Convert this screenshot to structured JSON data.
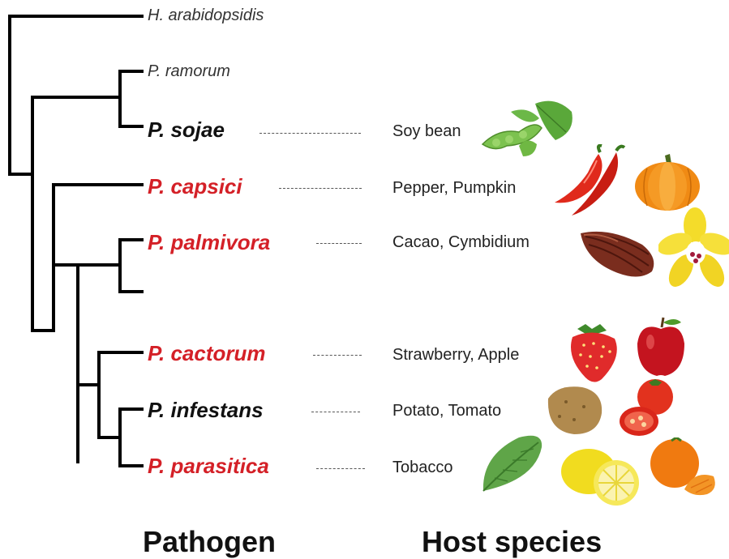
{
  "pathogens": [
    {
      "name": "H. arabidopsidis",
      "highlight": false
    },
    {
      "name": "P. ramorum",
      "highlight": false
    },
    {
      "name": "P. sojae",
      "highlight": false
    },
    {
      "name": "P. capsici",
      "highlight": true
    },
    {
      "name": "P. palmivora",
      "highlight": true
    },
    {
      "name": "P. cactorum",
      "highlight": true
    },
    {
      "name": "P. infestans",
      "highlight": false
    },
    {
      "name": "P. parasitica",
      "highlight": true
    }
  ],
  "hosts": [
    {
      "label": "Soy bean",
      "icons": [
        "soybean-icon"
      ]
    },
    {
      "label": "Pepper, Pumpkin",
      "icons": [
        "chili-pepper-icon",
        "pumpkin-icon"
      ]
    },
    {
      "label": "Cacao, Cymbidium",
      "icons": [
        "cacao-pod-icon",
        "orchid-flower-icon"
      ]
    },
    {
      "label": "Strawberry, Apple",
      "icons": [
        "strawberry-icon",
        "apple-icon"
      ]
    },
    {
      "label": "Potato, Tomato",
      "icons": [
        "potato-icon",
        "tomato-icon"
      ]
    },
    {
      "label": "Tobacco",
      "icons": [
        "tobacco-leaf-icon",
        "lemon-icon",
        "orange-icon"
      ]
    }
  ],
  "footer": {
    "pathogen_label": "Pathogen",
    "host_label": "Host species"
  },
  "colors": {
    "highlight": "#d42027",
    "normal": "#111111",
    "tree": "#000000"
  }
}
